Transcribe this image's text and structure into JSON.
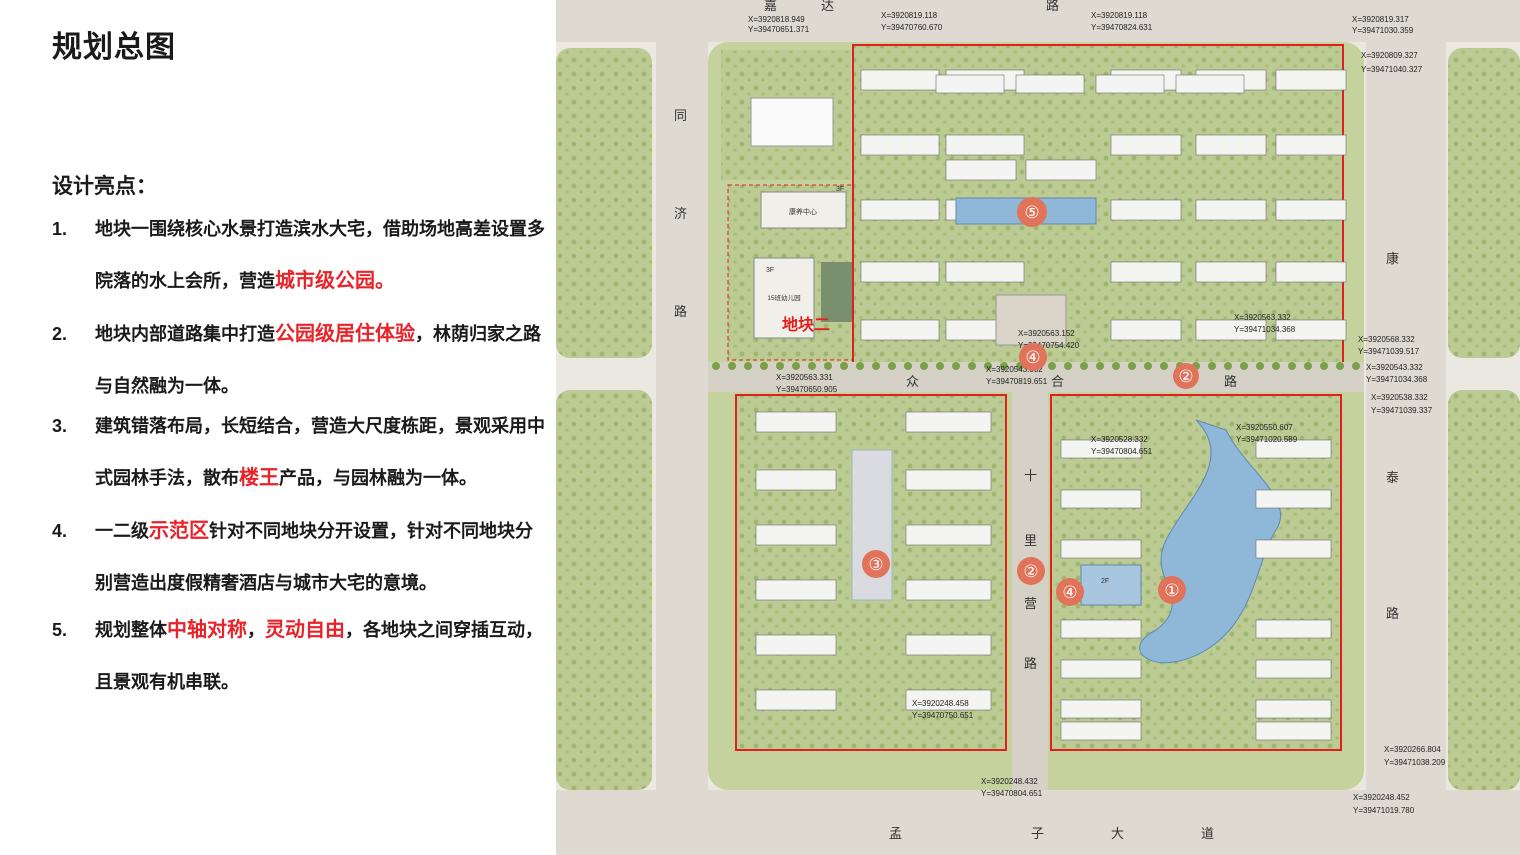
{
  "title": "规划总图",
  "subtitle": "设计亮点：",
  "items": [
    {
      "num": "1.",
      "pre": "地块一围绕核心水景打造滨水大宅，借助场地高差设置多院落的水上会所，营造",
      "hl": "城市级公园。",
      "mid": "",
      "hl2": "",
      "post": ""
    },
    {
      "num": "2.",
      "pre": "地块内部道路集中打造",
      "hl": "公园级居住体验",
      "mid": "，林荫归家之路与自然融为一体。",
      "hl2": "",
      "post": ""
    },
    {
      "num": "3.",
      "pre": "建筑错落布局，长短结合，营造大尺度栋距，景观采用中式园林手法，散布",
      "hl": "楼王",
      "mid": "产品，与园林融为一体。",
      "hl2": "",
      "post": ""
    },
    {
      "num": "4.",
      "pre": "一二级",
      "hl": "示范区",
      "mid": "针对不同地块分开设置，针对不同地块分别营造出度假精奢酒店与城市大宅的意境。",
      "hl2": "",
      "post": ""
    },
    {
      "num": "5.",
      "pre": "规划整体",
      "hl": "中轴对称",
      "mid": "，",
      "hl2": "灵动自由",
      "post": "，各地块之间穿插互动，且景观有机串联。"
    }
  ],
  "map": {
    "roads": {
      "top": [
        "嘉",
        "达",
        "路"
      ],
      "left": [
        "同",
        "济",
        "路"
      ],
      "right": [
        "康",
        "泰",
        "路"
      ],
      "bottom": [
        "孟",
        "子",
        "大",
        "道"
      ],
      "middle_h": [
        "众",
        "合",
        "路"
      ],
      "middle_v": [
        "十",
        "里",
        "营",
        "路"
      ]
    },
    "zones": [
      "①",
      "②",
      "②",
      "③",
      "④",
      "④",
      "⑤"
    ],
    "zone_label": "地块二",
    "facility_labels": [
      "康养中心",
      "15班幼儿园",
      "3F",
      "3F",
      "2F"
    ],
    "coords": [
      "X=3920818.949",
      "Y=39470651.371",
      "X=3920819.118",
      "Y=39470760.670",
      "X=3920819.118",
      "Y=39470824.631",
      "X=3920819.317",
      "Y=39471030.359",
      "X=3920809.327",
      "Y=39471040.327",
      "X=3920563.152",
      "Y=39470754.420",
      "X=3920563.332",
      "Y=39471034.368",
      "X=3920568.332",
      "Y=39471039.517",
      "X=3920543.332",
      "Y=39471034.368",
      "X=3920538.332",
      "Y=39471039.337",
      "X=3920563.331",
      "Y=39470650.905",
      "X=3920543.332",
      "Y=39470819.651",
      "X=3920550.607",
      "Y=39471020.589",
      "X=3920528.332",
      "Y=39470804.651",
      "X=3920248.458",
      "Y=39470750.651",
      "X=3920248.432",
      "Y=39470804.651",
      "X=3920266.804",
      "Y=39471038.209",
      "X=3920248.452",
      "Y=39471019.780"
    ],
    "colors": {
      "road": "#d6d1c6",
      "green": "#b7c98a",
      "tree": "#6e9440",
      "water": "#8fb7d8",
      "redline": "#e02020",
      "marker": "#e0735a"
    }
  }
}
